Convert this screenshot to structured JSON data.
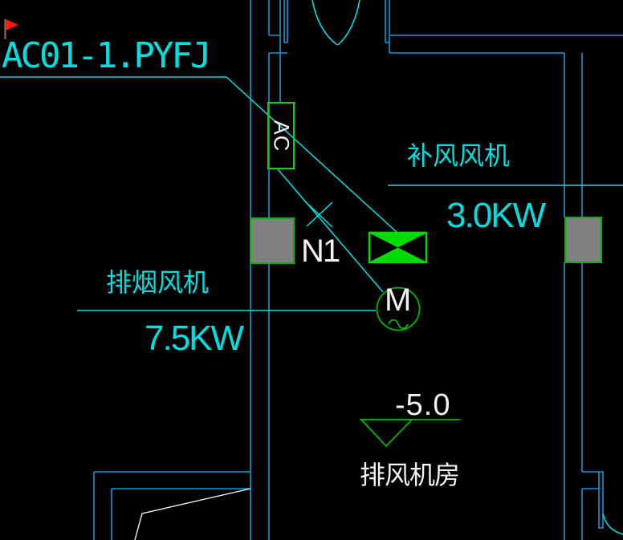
{
  "drawing": {
    "feeder_label": "AC01-1.PYFJ",
    "circuit_label": "N1",
    "ac_unit_label": "AC",
    "motor_label": "M",
    "supply_fan": {
      "name": "补风风机",
      "power": "3.0KW"
    },
    "smoke_exhaust_fan": {
      "name": "排烟风机",
      "power": "7.5KW"
    },
    "elevation_value": "-5.0",
    "room_name": "排风机房"
  },
  "symbols": {
    "flag": "red-flag-marker",
    "damper": "fire-damper-bowtie",
    "motor": "motor-circle-M~",
    "switch": "x-switch-mark",
    "elevation": "inverted-triangle-elevation-marker",
    "columns": "gray-structural-columns",
    "doors": "door-swing-arcs"
  },
  "colors": {
    "background": "#000000",
    "wall": "#1696d2",
    "annotation": "#00dfe0",
    "equipment_green": "#00b400",
    "damper_green": "#00dc00",
    "column_fill": "#808080",
    "text_white": "#f2f2f2",
    "flag_red": "#ff1a1a",
    "flag_pole": "#8b5e3c"
  }
}
